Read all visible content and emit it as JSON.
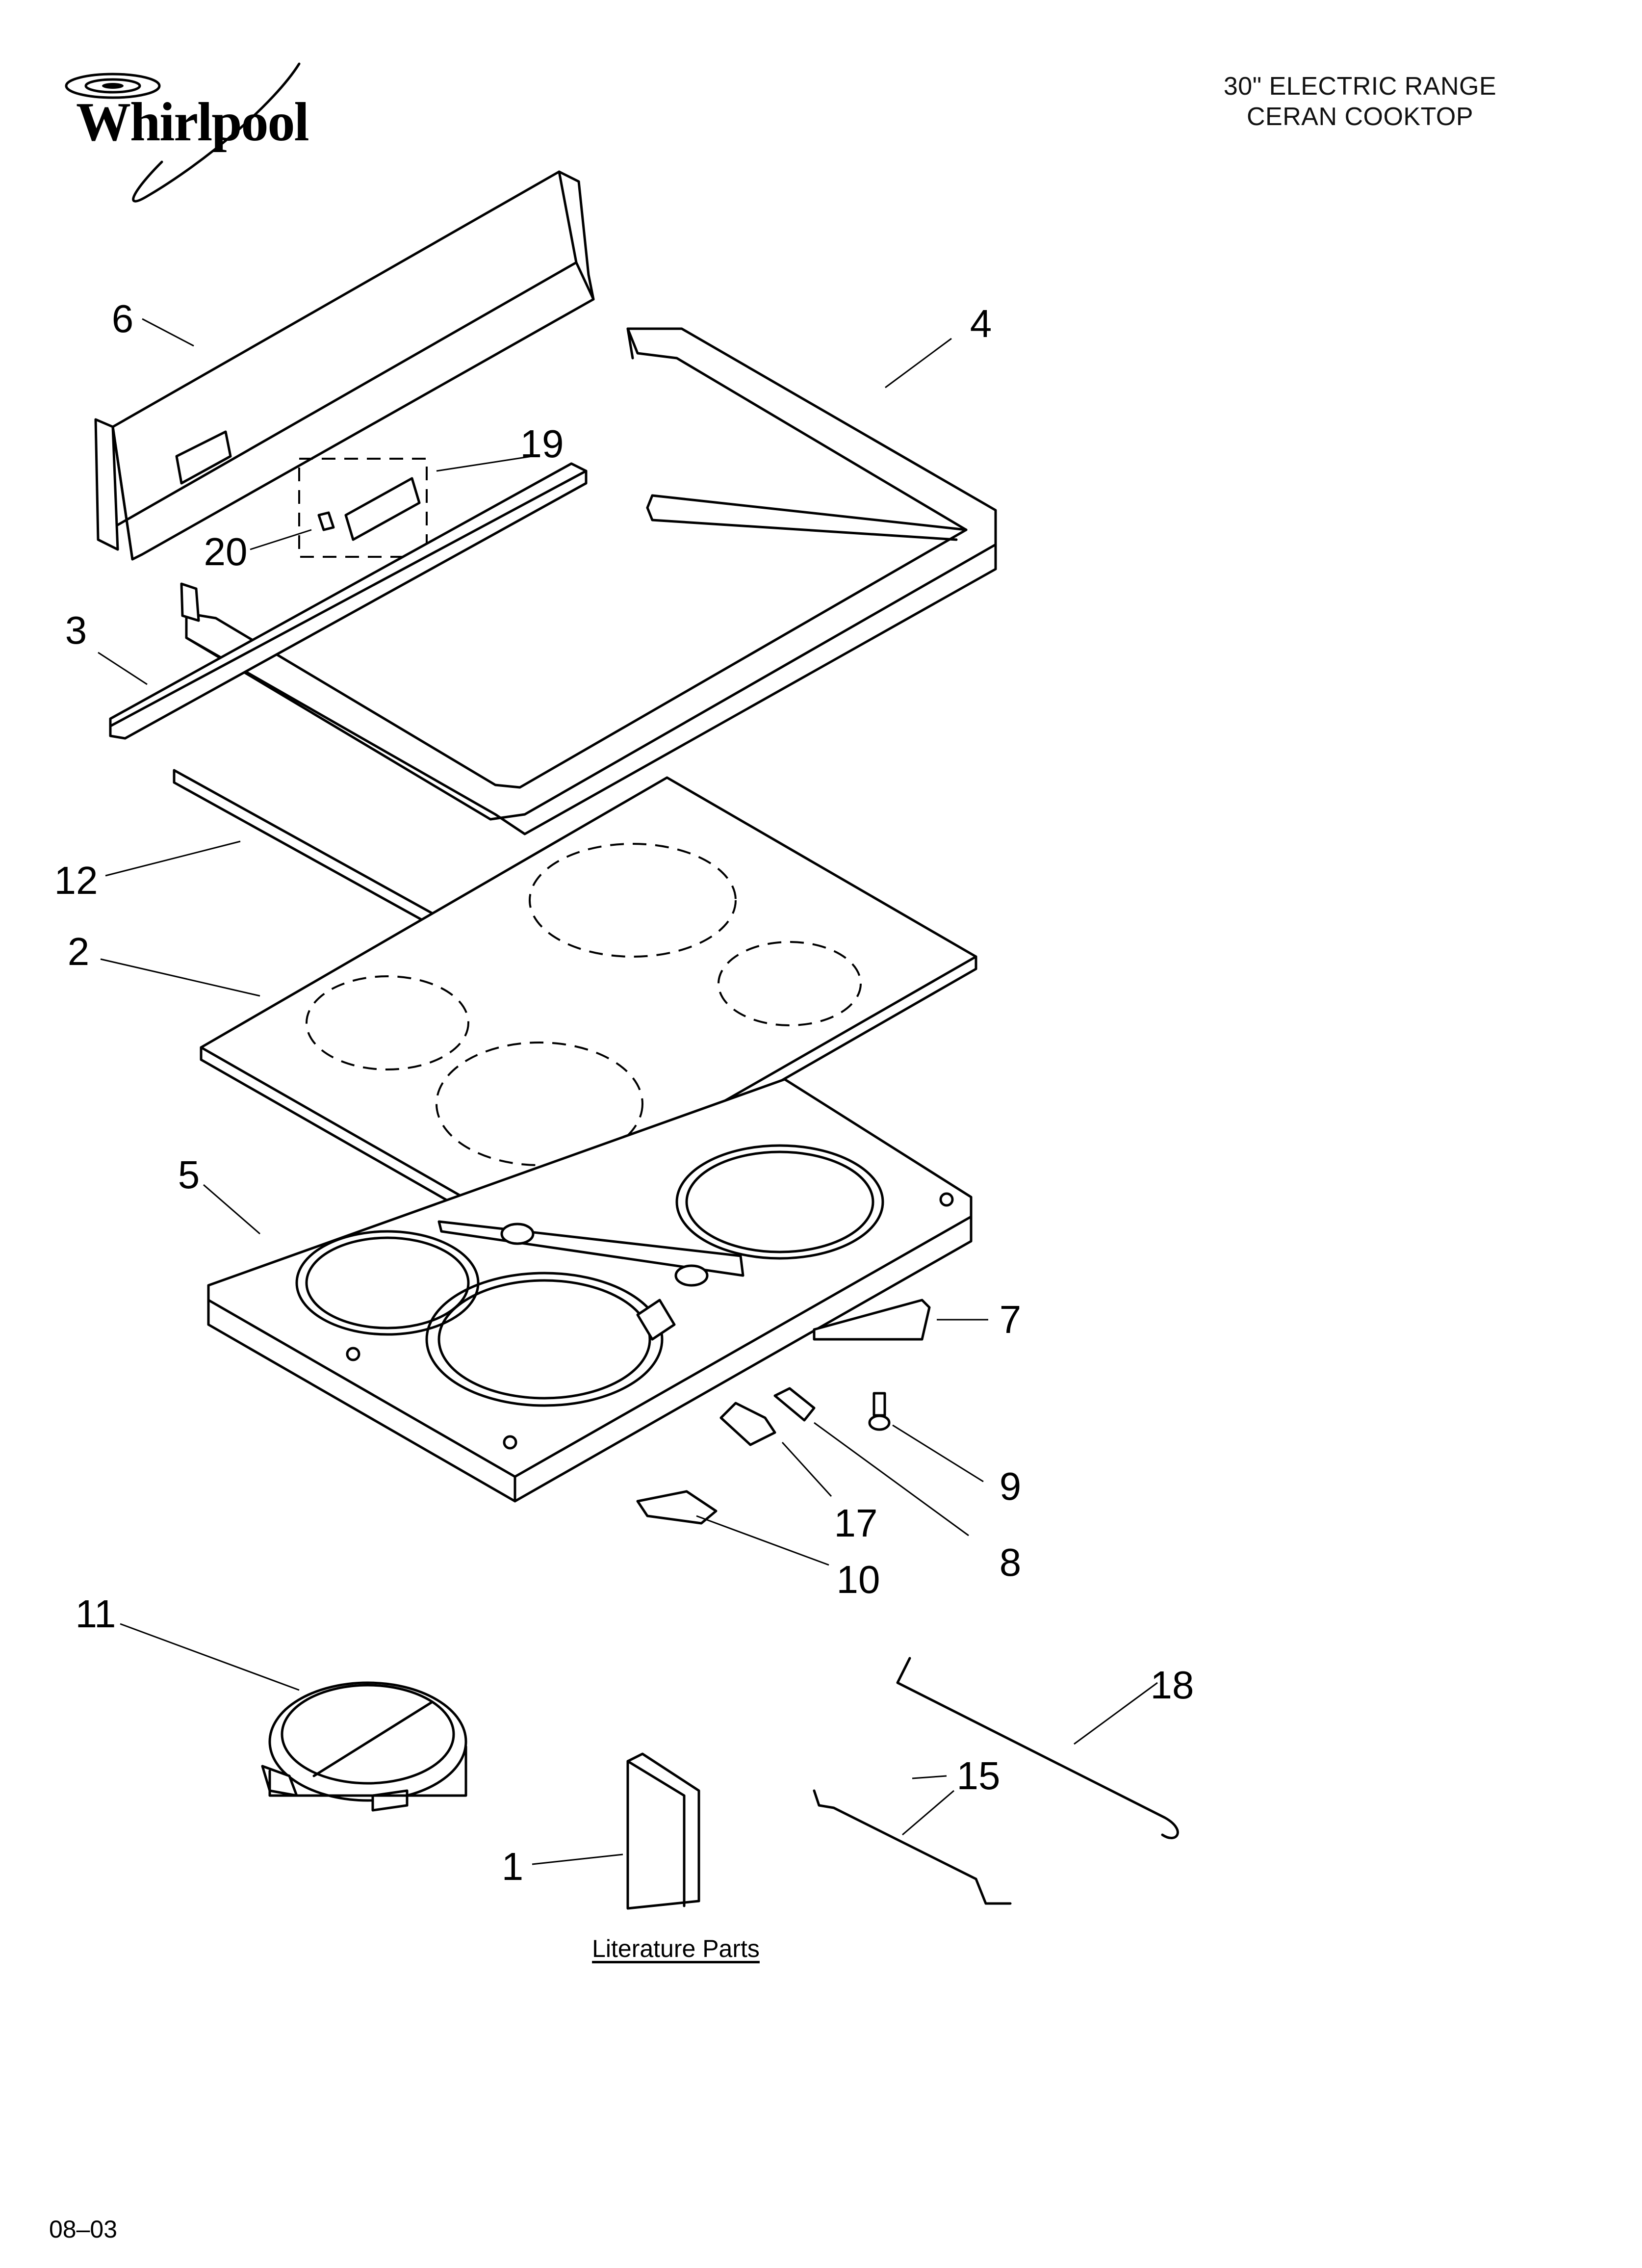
{
  "brand": {
    "name": "Whirlpool"
  },
  "header": {
    "line1": "30\" ELECTRIC RANGE",
    "line2": "CERAN COOKTOP"
  },
  "callouts": [
    "1",
    "2",
    "3",
    "4",
    "5",
    "6",
    "7",
    "8",
    "9",
    "10",
    "11",
    "12",
    "15",
    "17",
    "18",
    "19",
    "20"
  ],
  "literature_label": "Literature Parts",
  "footer": {
    "code": "08–03"
  }
}
